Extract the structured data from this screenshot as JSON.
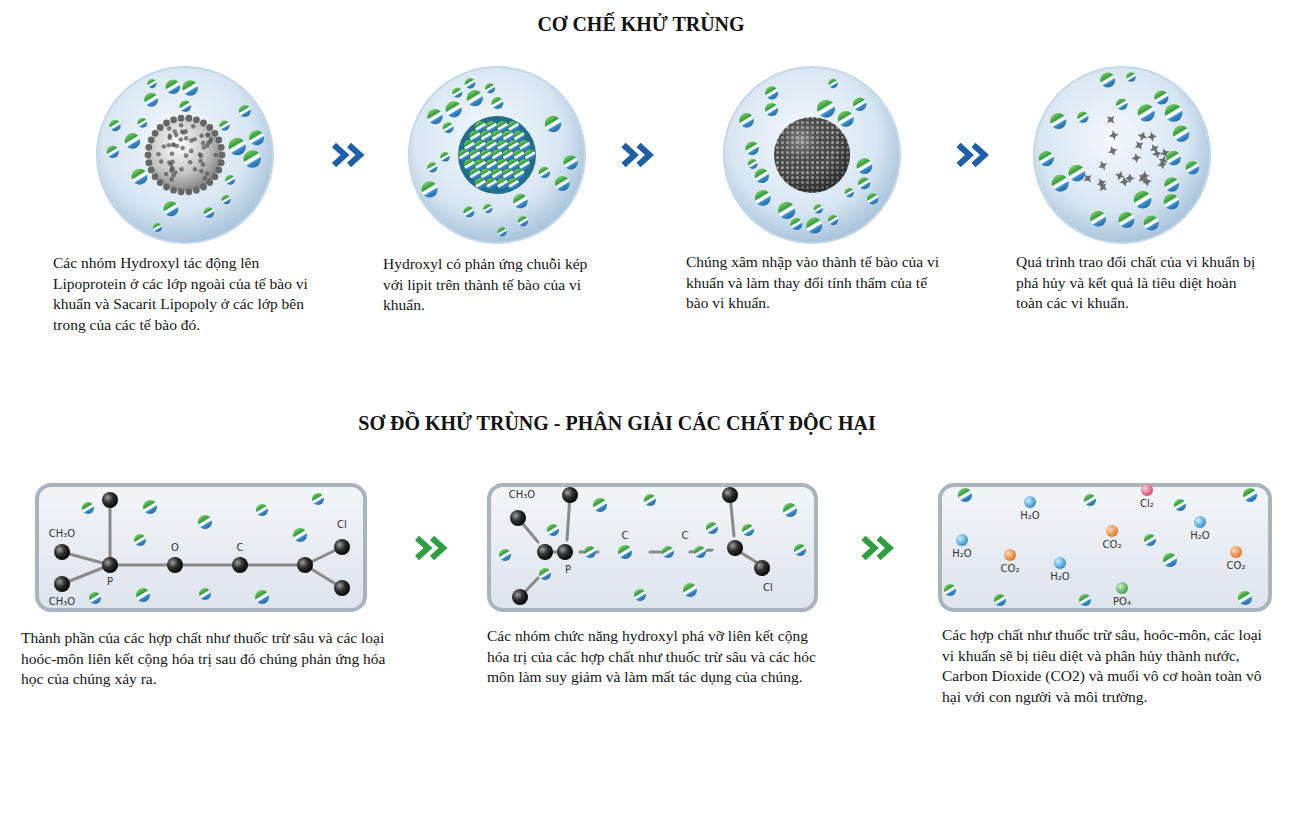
{
  "diagram": {
    "title": "CƠ CHẾ KHỬ TRÙNG",
    "nodes": [
      {
        "text": [
          "Các nhóm Hydroxyl tác động lên Lipoprotein ở các lớp ngoài của tế bào vi khuẩn và Sacarit Lipopoly ở các lớp bên trong của các tế bào đó."
        ]
      },
      {
        "text": [
          "Hydroxyl có phản ứng chuỗi kép với lipit trên thành tế bào của vi khuẩn."
        ]
      },
      {
        "text": [
          "Chúng xâm nhập vào thành tế bào của vi khuẩn và làm thay đổi tính thẩm của tế bào vi khuẩn."
        ]
      },
      {
        "text": [
          "Quá trình trao đổi chất của vi khuẩn bị phá hủy và kết quả là tiêu diệt hoàn toàn các vi khuẩn."
        ]
      },
      {
        "text": [
          "Thành phần của các hợp chất như thuốc trừ sâu và các loại hoóc-môn liên kết cộng hóa trị sau đó chúng phản ứng hóa học của chúng xảy ra."
        ]
      },
      {
        "text": [
          "Các nhóm chức năng hydroxyl phá vỡ liên kết cộng hóa trị của các hợp chất như thuốc trừ sâu và các hóc môn làm suy giảm và làm mất tác dụng của chúng."
        ]
      },
      {
        "text": [
          "Các hợp chất như thuốc trừ sâu, hoóc-môn, các loại vi khuẩn sẽ bị tiêu diệt và phân hủy thành nước, Carbon Dioxide (CO2) và muối vô cơ hoàn toàn vô hại với con người và môi trường."
        ]
      }
    ],
    "edges": [
      {
        "from": 0,
        "to": 1,
        "arrow": "to"
      },
      {
        "from": 1,
        "to": 2,
        "arrow": "to"
      },
      {
        "from": 2,
        "to": 3,
        "arrow": "to"
      },
      {
        "from": 4,
        "to": 5,
        "arrow": "to"
      },
      {
        "from": 5,
        "to": 6,
        "arrow": "to"
      }
    ],
    "labels": [
      "SƠ ĐỒ KHỬ TRÙNG - PHÂN GIẢI CÁC CHẤT ĐỘC HẠI",
      "CH₃O",
      "P",
      "O",
      "C",
      "Cl",
      "CH₃O",
      "CH₃O",
      "P",
      "C",
      "C",
      "Cl",
      "H₂O",
      "Cl₂",
      "H₂O",
      "H₂O",
      "CO₂",
      "CO₂",
      "H₂O",
      "CO₂",
      "PO₄"
    ]
  }
}
